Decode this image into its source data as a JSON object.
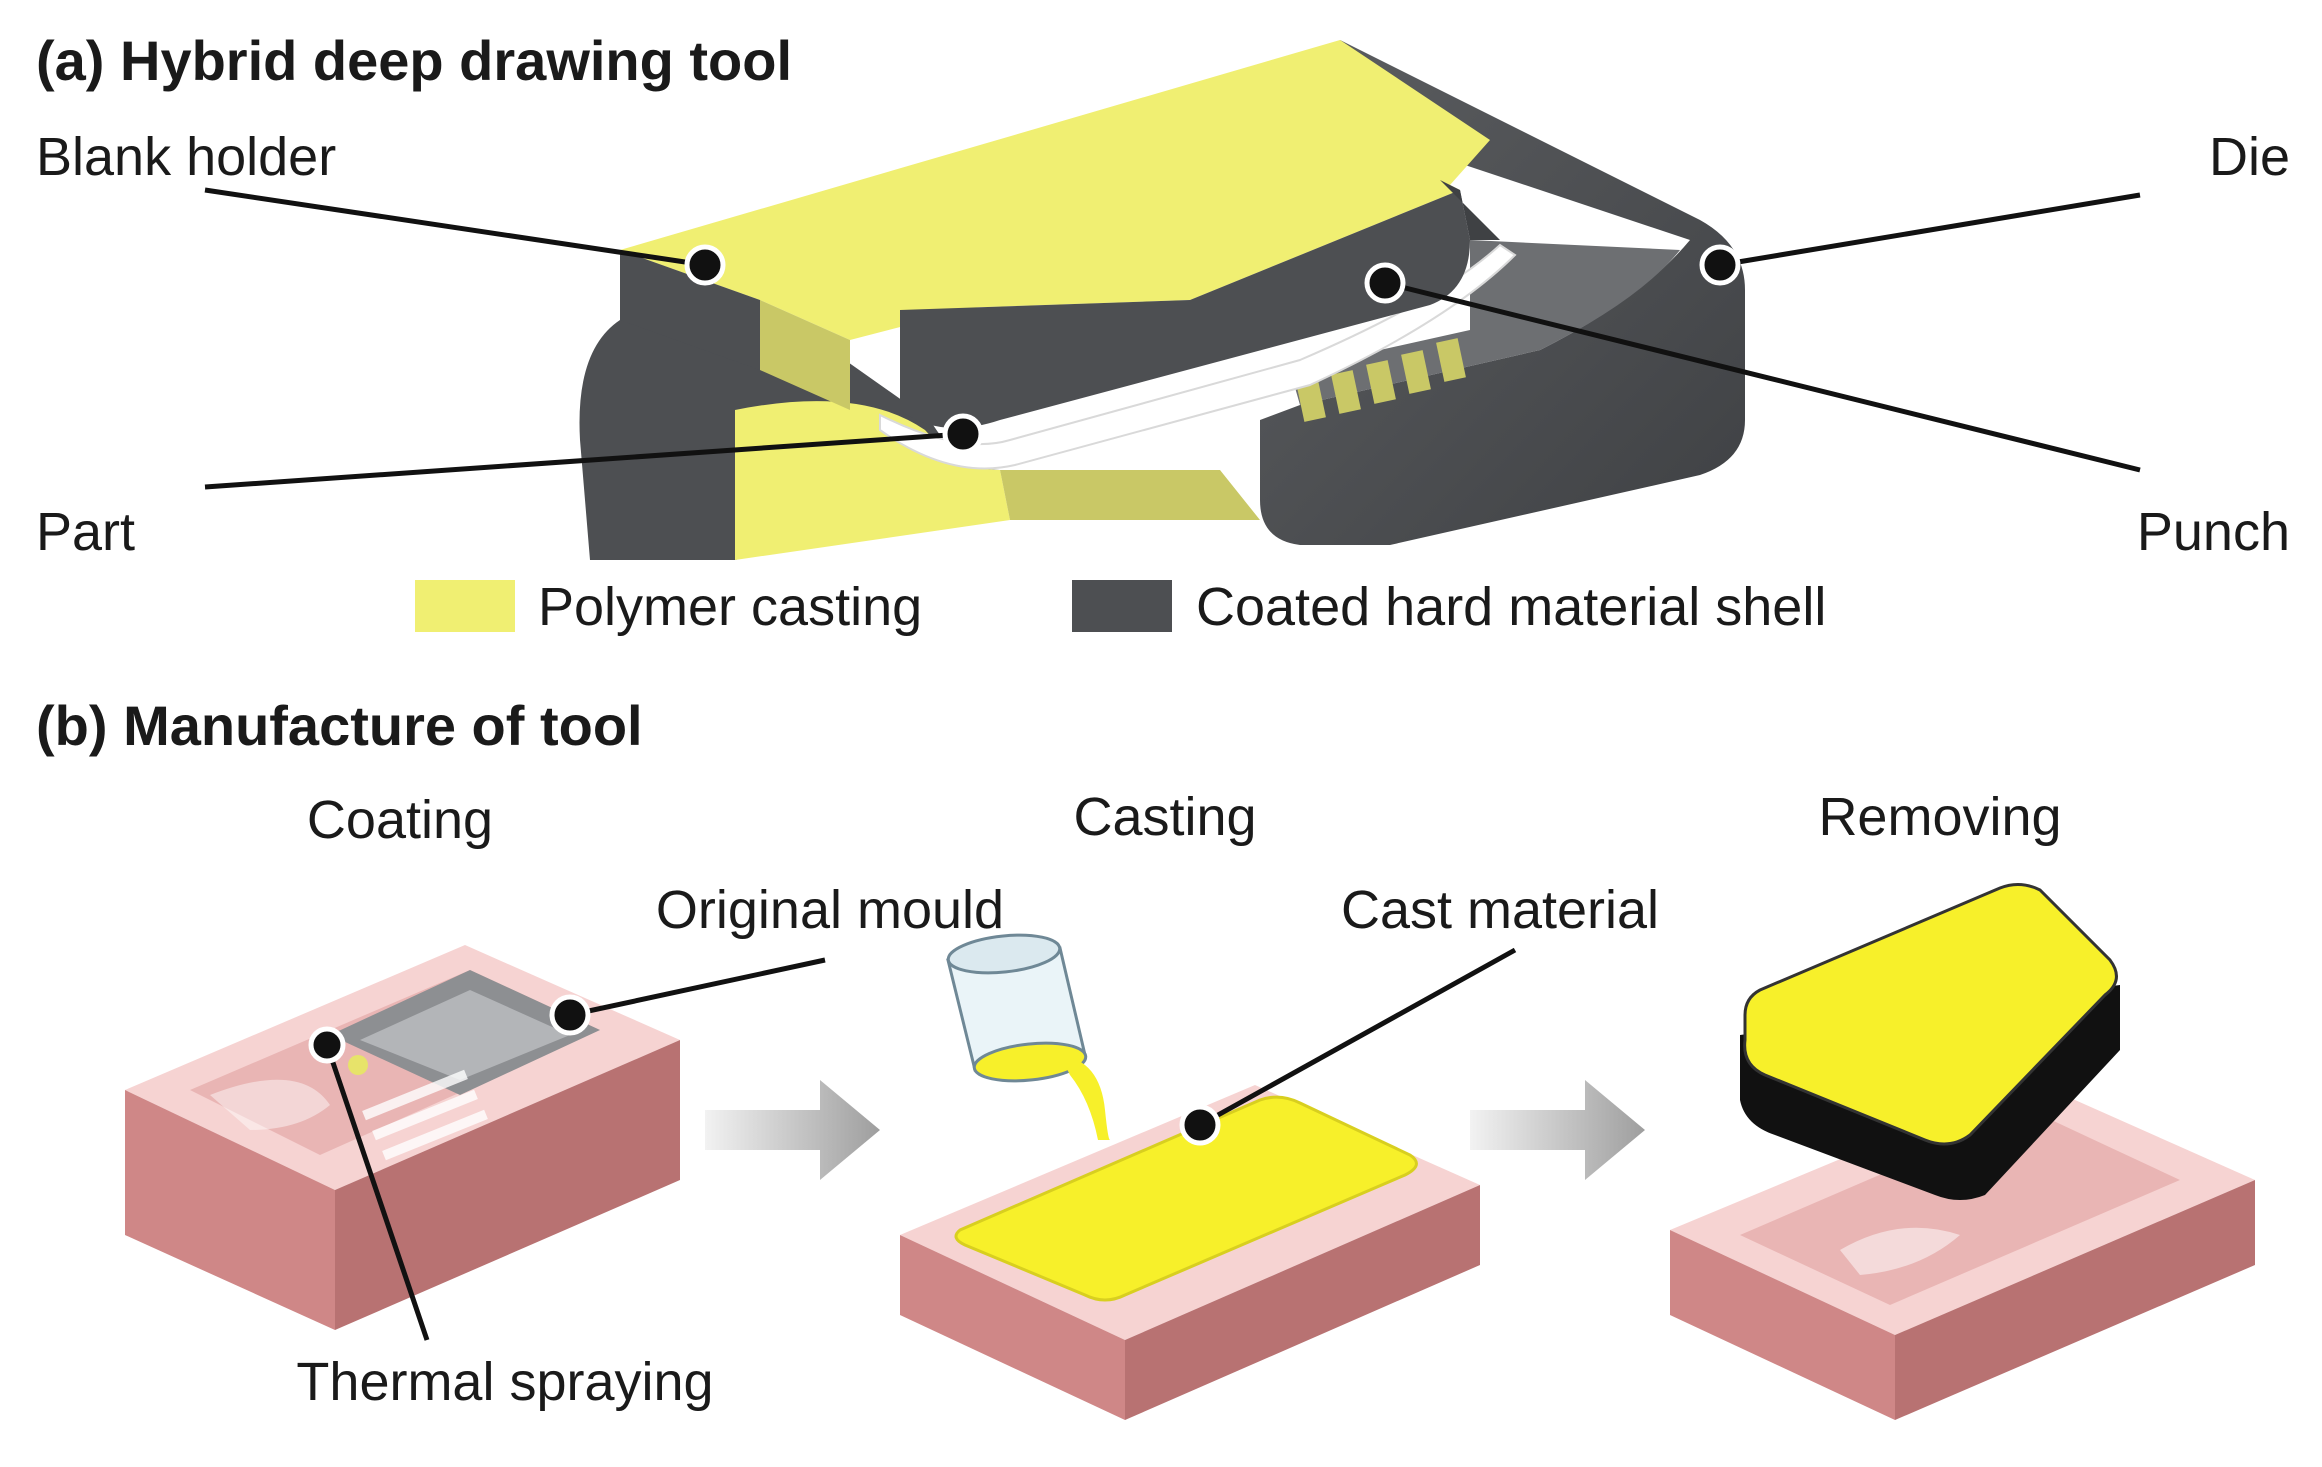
{
  "panel_a": {
    "heading": "(a) Hybrid deep drawing tool",
    "labels": {
      "blank_holder": "Blank holder",
      "die": "Die",
      "part": "Part",
      "punch": "Punch"
    },
    "legend": [
      {
        "label": "Polymer casting",
        "color": "#f0ef72"
      },
      {
        "label": "Coated hard material shell",
        "color": "#4d4f52"
      }
    ]
  },
  "panel_b": {
    "heading": "(b) Manufacture of tool",
    "steps": [
      "Coating",
      "Casting",
      "Removing"
    ],
    "labels": {
      "original_mould": "Original mould",
      "cast_material": "Cast material",
      "thermal_spraying": "Thermal spraying"
    }
  },
  "colors": {
    "polymer": "#f0ef72",
    "shell": "#4d4f52",
    "mould_top": "#f6d3d2",
    "mould_side": "#cf8787",
    "cast": "#f7f02a",
    "arrow": "#bdbdbd"
  }
}
